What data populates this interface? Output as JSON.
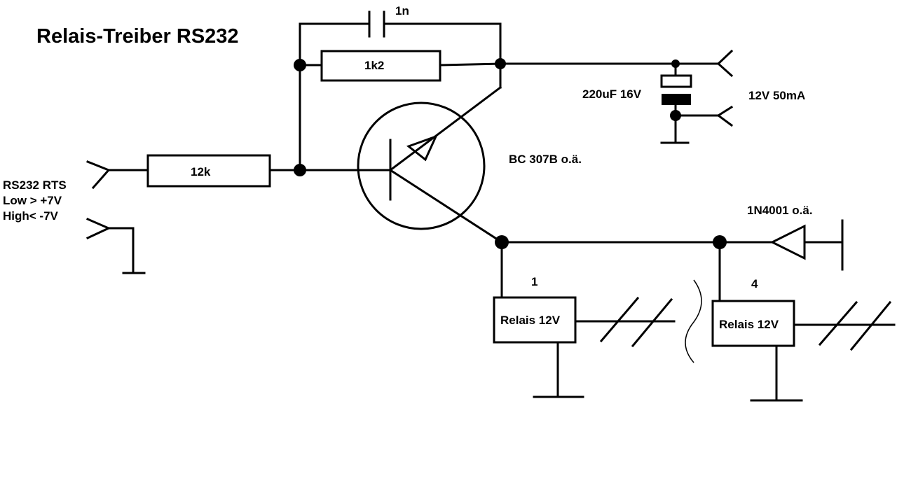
{
  "title": "Relais-Treiber RS232",
  "labels": {
    "capacitor_small": "1n",
    "resistor_feedback": "1k2",
    "resistor_input": "12k",
    "capacitor_elko": "220uF 16V",
    "supply": "12V 50mA",
    "transistor": "BC 307B o.ä.",
    "diode": "1N4001 o.ä.",
    "input_line1": "RS232 RTS",
    "input_line2": "Low > +7V",
    "input_line3": "High< -7V",
    "relay1_num": "1",
    "relay4_num": "4",
    "relay1": "Relais 12V",
    "relay4": "Relais 12V"
  }
}
